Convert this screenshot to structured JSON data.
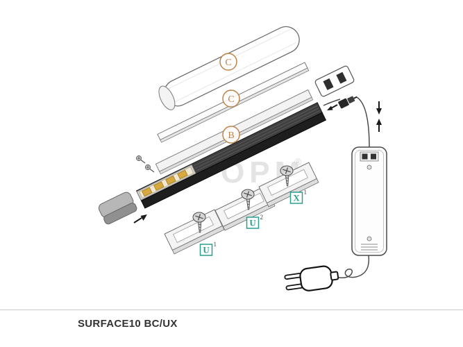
{
  "title": "SURFACE10 BC/UX",
  "watermark": {
    "text": "OPM",
    "registered_mark": "®"
  },
  "callouts": {
    "cover_round": "C",
    "cover_flat": "C",
    "profile_base": "B"
  },
  "accessories": {
    "u1": {
      "letter": "U",
      "sup": "1"
    },
    "u2": {
      "letter": "U",
      "sup": "2"
    },
    "x1": {
      "letter": "X",
      "sup": "1"
    }
  },
  "colors": {
    "callout_ring": "#c08449",
    "accessory_ring": "#2a9d8f",
    "profile_dark": "#3f3f3f",
    "led_pad_gold": "#d8a93e",
    "divider": "#cccccc"
  }
}
